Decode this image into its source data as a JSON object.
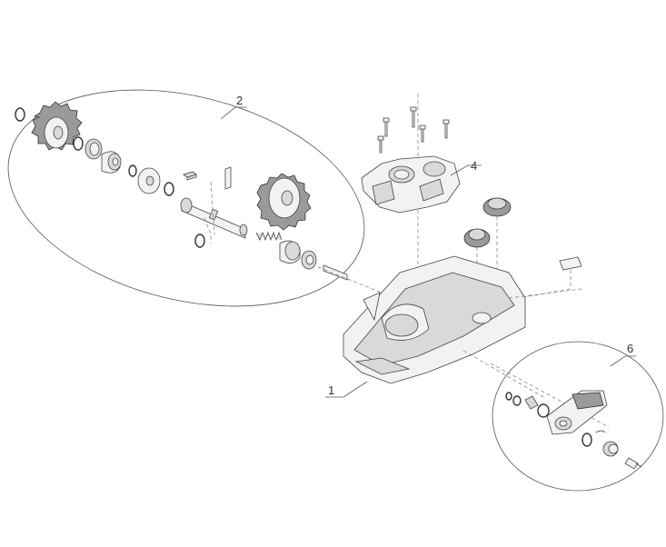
{
  "diagram": {
    "callouts": [
      {
        "id": "1",
        "label": "1"
      },
      {
        "id": "2",
        "label": "2"
      },
      {
        "id": "4",
        "label": "4"
      },
      {
        "id": "6",
        "label": "6"
      }
    ]
  }
}
